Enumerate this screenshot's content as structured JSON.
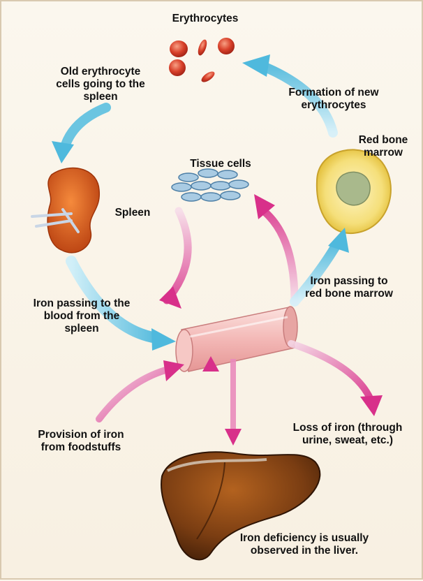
{
  "labels": {
    "erythrocytes": "Erythrocytes",
    "old_erythrocytes": "Old erythrocyte\ncells going to the\nspleen",
    "formation": "Formation of new\nerythrocytes",
    "red_bone_marrow": "Red bone\nmarrow",
    "tissue_cells": "Tissue cells",
    "spleen": "Spleen",
    "iron_to_marrow": "Iron passing to\nred bone marrow",
    "iron_to_blood": "Iron passing to the\nblood from the\nspleen",
    "provision": "Provision of iron\nfrom foodstuffs",
    "loss": "Loss of iron (through\nurine, sweat, etc.)",
    "deficiency": "Iron deficiency is usually\nobserved in the liver."
  },
  "colors": {
    "blue_arrow": "#5bc0e0",
    "pink_arrow": "#d8308a",
    "erythrocyte": "#d8402a",
    "spleen": "#d9541a",
    "liver": "#6b3410",
    "marrow_ring": "#f1d45a",
    "vessel": "#f1b9b9"
  }
}
